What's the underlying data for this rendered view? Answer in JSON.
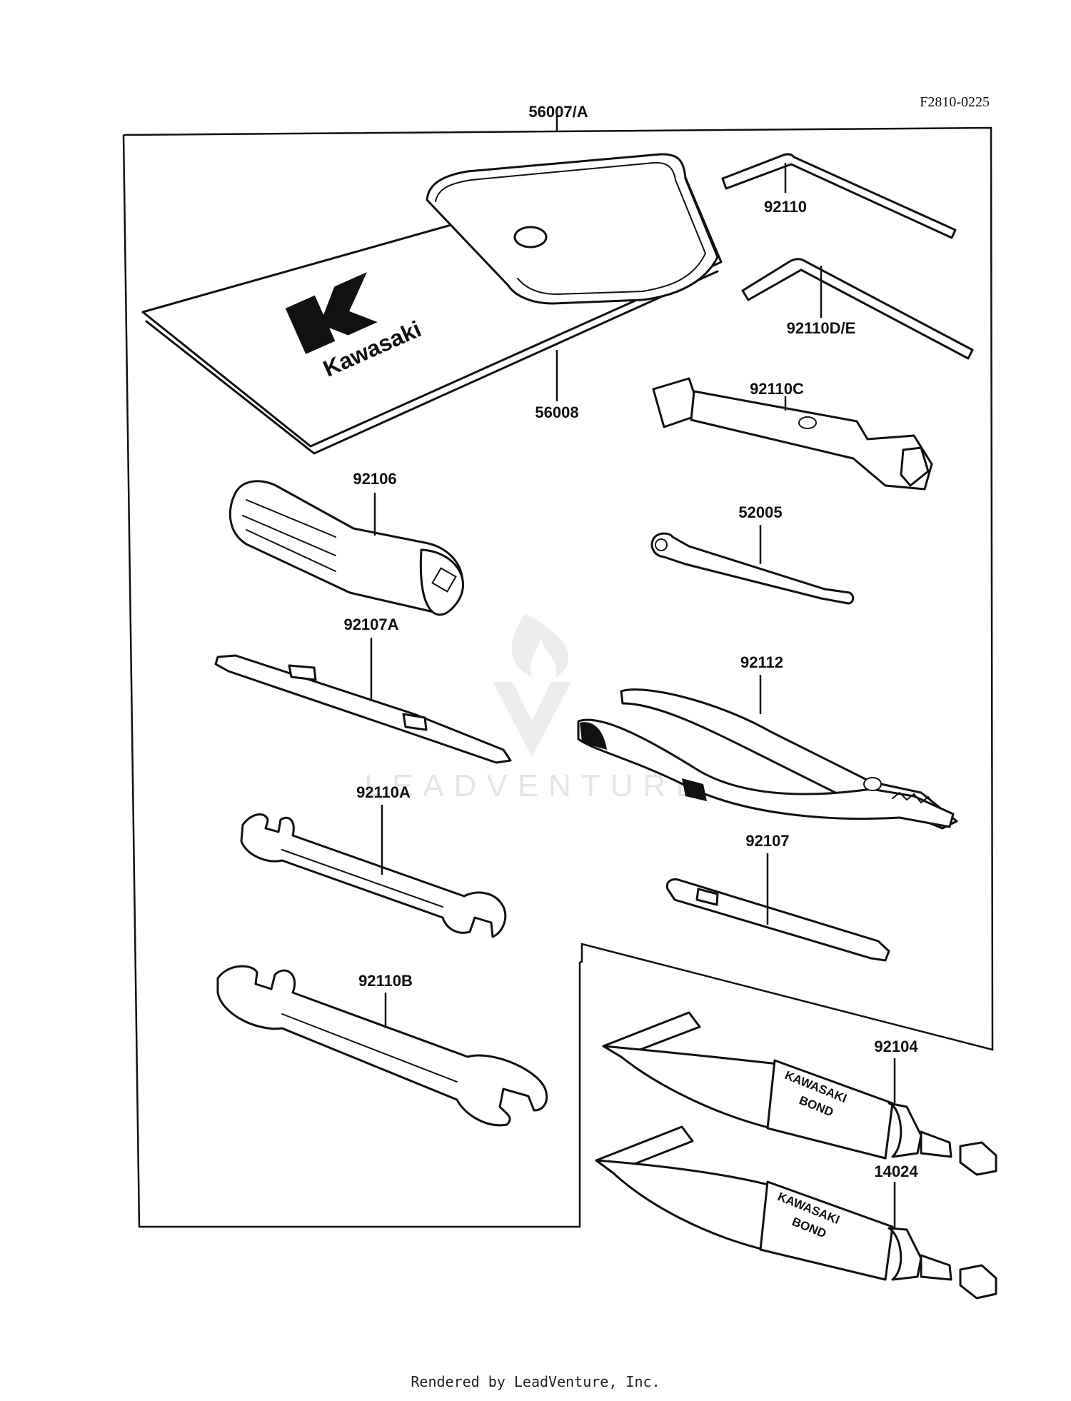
{
  "diagram_code": "F2810-0225",
  "kit_label": "56007/A",
  "pouch": {
    "label": "56008",
    "brand_text": "Kawasaki"
  },
  "parts": {
    "hex_wrench": "92110",
    "hex_wrench_de": "92110D/E",
    "spark_plug_wrench": "92110C",
    "screwdriver_handle": "92106",
    "extension_bar": "52005",
    "screwdriver_blade": "92107A",
    "pliers": "92112",
    "open_end_wrench_a": "92110A",
    "screwdriver_bit": "92107",
    "open_end_wrench_b": "92110B",
    "bond_tube_1": "92104",
    "bond_tube_2": "14024"
  },
  "tube_text": {
    "line1": "KAWASAKI",
    "line2": "BOND"
  },
  "watermark": "LEADVENTURE",
  "footer": "Rendered by LeadVenture, Inc."
}
